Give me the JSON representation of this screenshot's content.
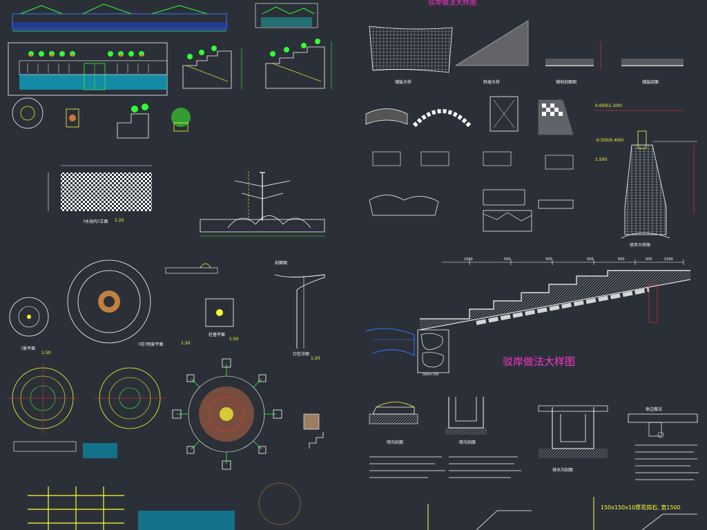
{
  "drawing": {
    "main_title": "驳岸做法大样图",
    "top_title": "驳岸做法大样图",
    "dimensions_top": [
      "1000",
      "500",
      "500",
      "500",
      "500",
      "500",
      "1500"
    ],
    "dimension_bottom": "500×700",
    "labels": {
      "planter_elevation": "?水池内?立面",
      "planter_scale": "1:20",
      "round_plan": "?泉平面",
      "round_plan_scale": "1:50",
      "fountain_plan": "?花?喷泉平面",
      "fountain_scale": "1:20",
      "tree_section": "剖面图",
      "pillar_plan": "柱基平面",
      "pillar_scale": "1:50",
      "lamp_detail": "灯柱详图",
      "lamp_scale": "1:20",
      "mesh_detail": "铺装大样",
      "slope_detail": "斜坡大样",
      "path_section": "铺地剖面图",
      "edge_section": "铺装剖面",
      "retaining_wall": "驳岸大样图",
      "ditch_1": "明沟剖面",
      "ditch_2": "暗沟剖面",
      "ditch_3": "排水沟剖面",
      "ditch_4": "收边做法",
      "band_label": "150x150x10厚花岗石, 宽1500",
      "level_1": "0.600(1.100)",
      "level_2": "-0.500(0.400)",
      "level_3": "1.500"
    }
  },
  "colors": {
    "background": "#2b3038",
    "line_green": "#33ff33",
    "line_yellow": "#ffff33",
    "line_cyan": "#33ffff",
    "line_magenta": "#ff33cc",
    "line_red": "#ff3333",
    "line_white": "#ffffff",
    "line_blue": "#3377ff"
  }
}
